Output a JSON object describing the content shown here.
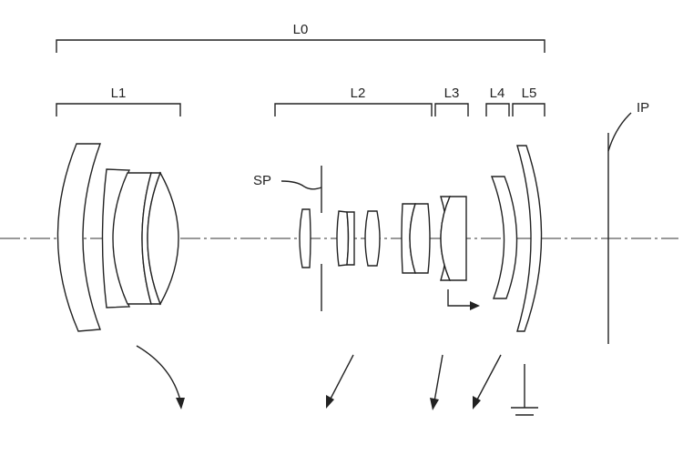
{
  "diagram": {
    "labels": {
      "whole_system": "L0",
      "group1": "L1",
      "group2": "L2",
      "group3": "L3",
      "group4": "L4",
      "group5": "L5",
      "stop": "SP",
      "image_plane": "IP"
    }
  }
}
